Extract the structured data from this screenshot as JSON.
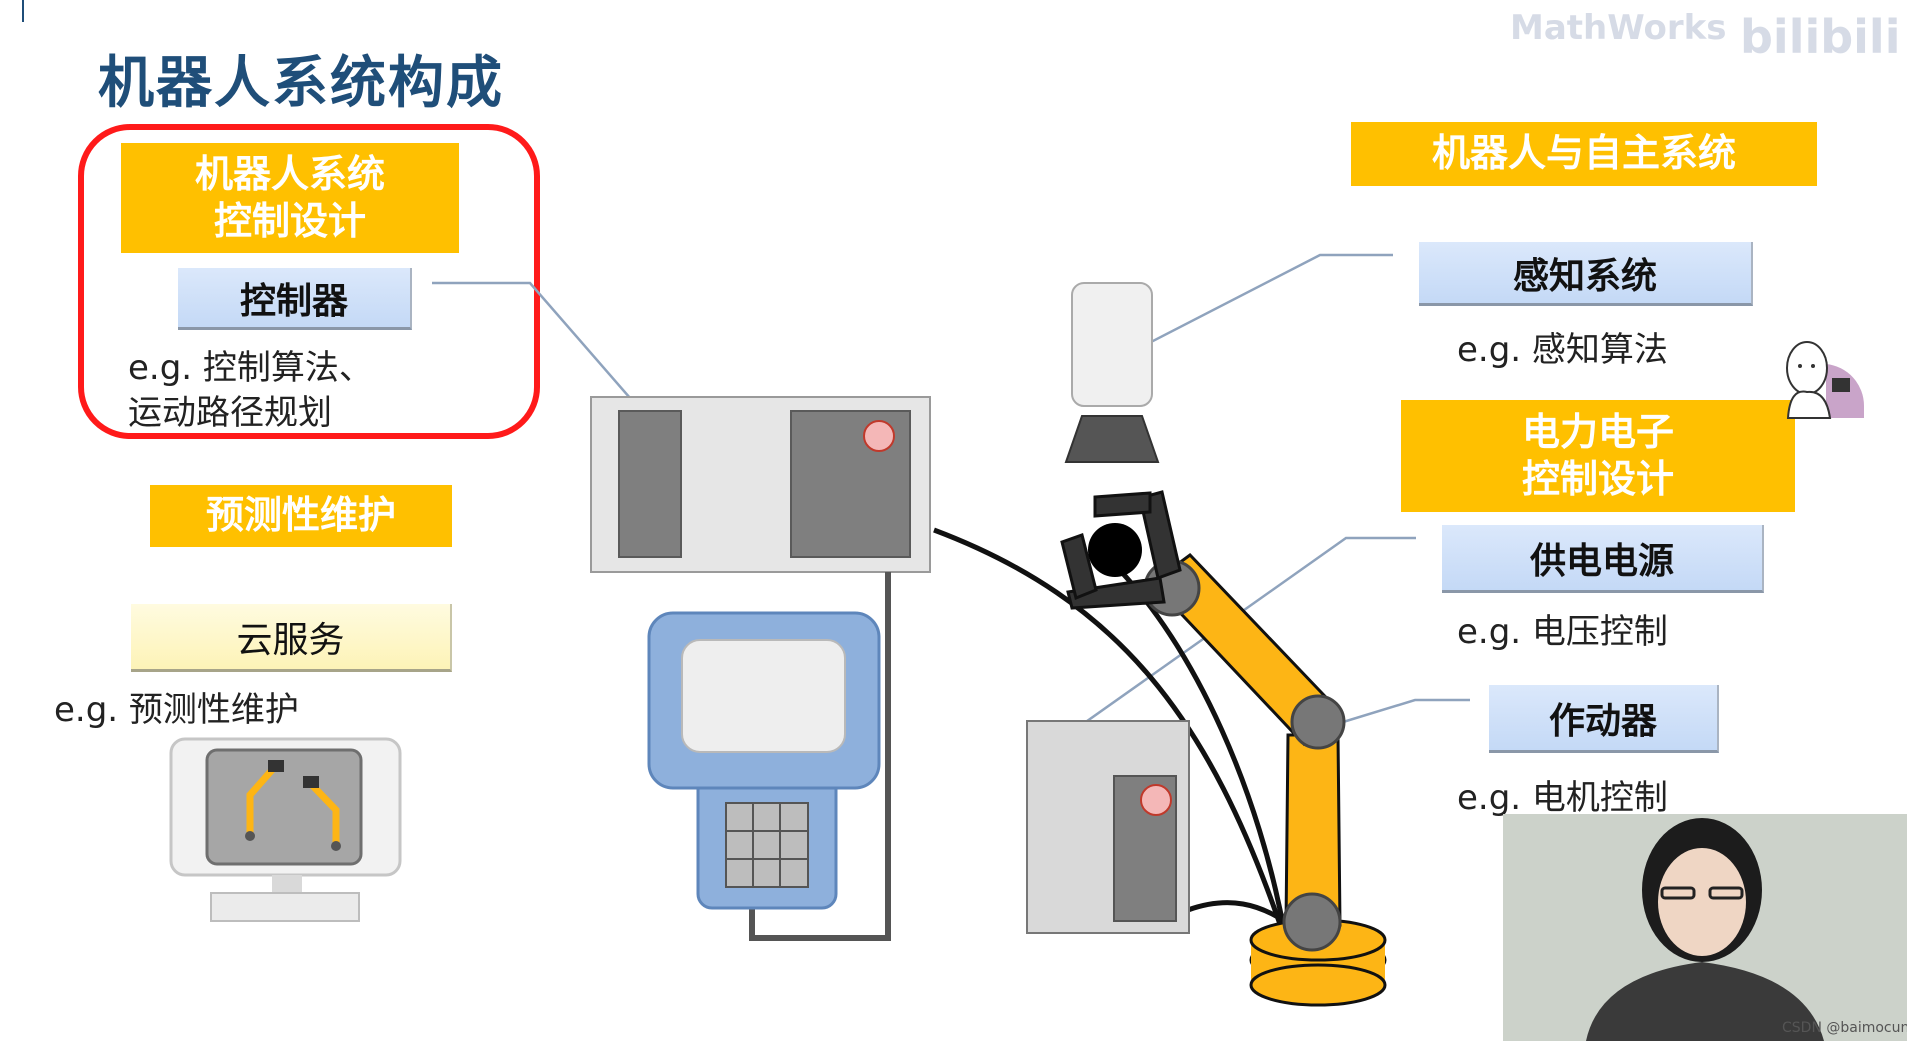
{
  "slide": {
    "title": "机器人系统构成"
  },
  "left": {
    "control_design": "机器人系统\n控制设计",
    "controller": "控制器",
    "controller_eg_line1": "e.g. 控制算法、",
    "controller_eg_line2": "运动路径规划",
    "predictive_maintenance": "预测性维护",
    "cloud_service": "云服务",
    "cloud_eg": "e.g. 预测性维护"
  },
  "right": {
    "autonomous": "机器人与自主系统",
    "perception": "感知系统",
    "perception_eg": "e.g. 感知算法",
    "power_design": "电力电子\n控制设计",
    "power_supply": "供电电源",
    "power_eg": "e.g. 电压控制",
    "actuator": "作动器",
    "actuator_eg": "e.g. 电机控制"
  },
  "watermarks": {
    "brand": "MathWorks",
    "site": "bilibili",
    "credit": "CSDN @baimocun"
  },
  "colors": {
    "title": "#1f4e79",
    "orange": "#ffc000",
    "frame_red": "#ff1a1a",
    "blue_box": "#c4d9f6",
    "yellow_box": "#fdf3b7"
  },
  "icons": {
    "controller_cabinet": "control-cabinet-icon",
    "teach_pendant": "teach-pendant-icon",
    "camera": "camera-icon",
    "robot_arm": "robot-arm-icon",
    "power_cabinet": "power-cabinet-icon",
    "cloud_monitor": "monitor-icon",
    "mascot": "mascot-icon"
  }
}
